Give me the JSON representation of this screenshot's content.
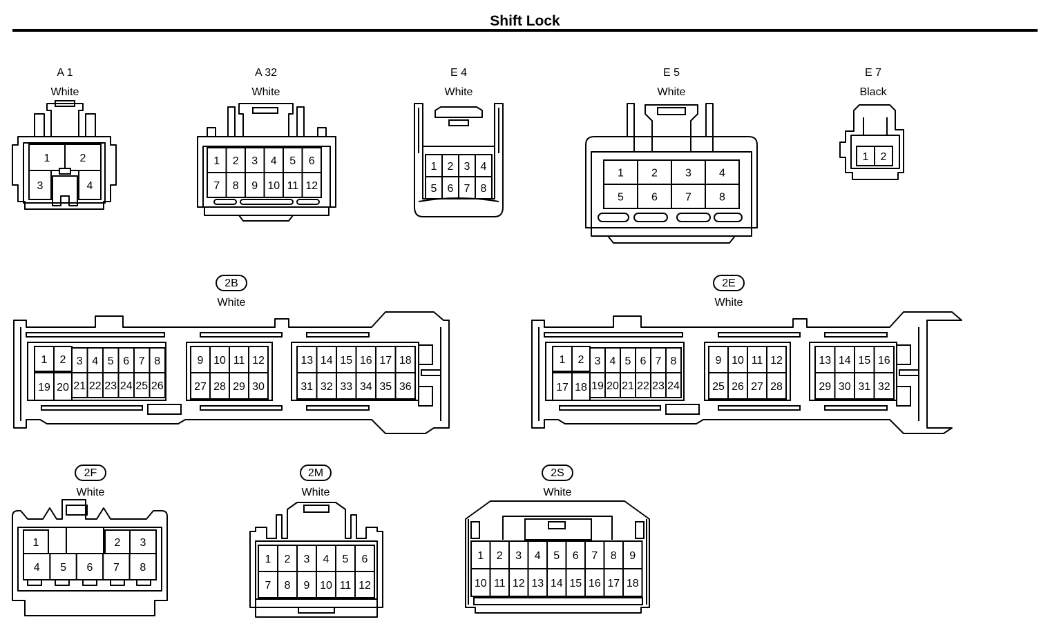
{
  "title": "Shift Lock",
  "connectors": {
    "A1": {
      "name": "A 1",
      "color": "White",
      "pins": [
        "1",
        "2",
        "3",
        "4"
      ]
    },
    "A32": {
      "name": "A 32",
      "color": "White",
      "pins": [
        "1",
        "2",
        "3",
        "4",
        "5",
        "6",
        "7",
        "8",
        "9",
        "10",
        "11",
        "12"
      ]
    },
    "E4": {
      "name": "E 4",
      "color": "White",
      "pins": [
        "1",
        "2",
        "3",
        "4",
        "5",
        "6",
        "7",
        "8"
      ]
    },
    "E5": {
      "name": "E 5",
      "color": "White",
      "pins": [
        "1",
        "2",
        "3",
        "4",
        "5",
        "6",
        "7",
        "8"
      ]
    },
    "E7": {
      "name": "E 7",
      "color": "Black",
      "pins": [
        "1",
        "2"
      ]
    },
    "C2B": {
      "name": "2B",
      "color": "White",
      "pins": [
        "1",
        "2",
        "3",
        "4",
        "5",
        "6",
        "7",
        "8",
        "9",
        "10",
        "11",
        "12",
        "13",
        "14",
        "15",
        "16",
        "17",
        "18",
        "19",
        "20",
        "21",
        "22",
        "23",
        "24",
        "25",
        "26",
        "27",
        "28",
        "29",
        "30",
        "31",
        "32",
        "33",
        "34",
        "35",
        "36"
      ]
    },
    "C2E": {
      "name": "2E",
      "color": "White",
      "pins": [
        "1",
        "2",
        "3",
        "4",
        "5",
        "6",
        "7",
        "8",
        "9",
        "10",
        "11",
        "12",
        "13",
        "14",
        "15",
        "16",
        "17",
        "18",
        "19",
        "20",
        "21",
        "22",
        "23",
        "24",
        "25",
        "26",
        "27",
        "28",
        "29",
        "30",
        "31",
        "32"
      ]
    },
    "C2F": {
      "name": "2F",
      "color": "White",
      "pins": [
        "1",
        "2",
        "3",
        "4",
        "5",
        "6",
        "7",
        "8"
      ]
    },
    "C2M": {
      "name": "2M",
      "color": "White",
      "pins": [
        "1",
        "2",
        "3",
        "4",
        "5",
        "6",
        "7",
        "8",
        "9",
        "10",
        "11",
        "12"
      ]
    },
    "C2S": {
      "name": "2S",
      "color": "White",
      "pins": [
        "1",
        "2",
        "3",
        "4",
        "5",
        "6",
        "7",
        "8",
        "9",
        "10",
        "11",
        "12",
        "13",
        "14",
        "15",
        "16",
        "17",
        "18"
      ]
    }
  }
}
